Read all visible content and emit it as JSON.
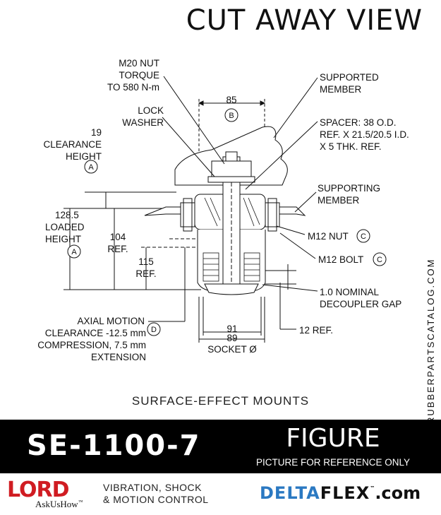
{
  "header": {
    "title": "CUT AWAY VIEW"
  },
  "callouts": {
    "nut_torque": [
      "M20 NUT",
      "TORQUE",
      "TO 580 N-m"
    ],
    "lock_washer": [
      "LOCK",
      "WASHER"
    ],
    "clearance_height": [
      "19",
      "CLEARANCE",
      "HEIGHT"
    ],
    "clearance_height_ref": "A",
    "loaded_height": [
      "128.5",
      "LOADED",
      "HEIGHT"
    ],
    "loaded_height_ref": "A",
    "dim_104": [
      "104",
      "REF."
    ],
    "dim_115": [
      "115",
      "REF."
    ],
    "axial_motion": [
      "AXIAL MOTION",
      "CLEARANCE -12.5 mm",
      "COMPRESSION, 7.5 mm",
      "EXTENSION"
    ],
    "axial_motion_ref": "D",
    "dim_85": "85",
    "dim_85_ref": "B",
    "supported_member": [
      "SUPPORTED",
      "MEMBER"
    ],
    "spacer": [
      "SPACER: 38 O.D.",
      "REF. X 21.5/20.5 I.D.",
      "X 5 THK. REF."
    ],
    "supporting_member": [
      "SUPPORTING",
      "MEMBER"
    ],
    "m12_nut": "M12 NUT",
    "m12_nut_ref": "C",
    "m12_bolt": "M12 BOLT",
    "m12_bolt_ref": "C",
    "decoupler_gap": [
      "1.0 NOMINAL",
      "DECOUPLER GAP"
    ],
    "twelve_ref": "12 REF.",
    "socket": [
      "91",
      "89",
      "SOCKET Ø"
    ]
  },
  "side_text": "RUBBERPARTSCATALOG.COM",
  "subtitle": "SURFACE-EFFECT MOUNTS",
  "footer_band": {
    "model": "SE-1100-7",
    "figure": "FIGURE",
    "note": "PICTURE FOR REFERENCE ONLY"
  },
  "brand": {
    "lord": "LORD",
    "askus": "AskUsHow",
    "tm": "™",
    "tagline": [
      "VIBRATION, SHOCK",
      "& MOTION CONTROL"
    ],
    "delta_a": "DELTA",
    "delta_b": "FLEX",
    "delta_tm": "™",
    "delta_c": ".com"
  },
  "colors": {
    "lord_red": "#d01c22",
    "delta_blue": "#2b79c2",
    "band": "#000000"
  }
}
